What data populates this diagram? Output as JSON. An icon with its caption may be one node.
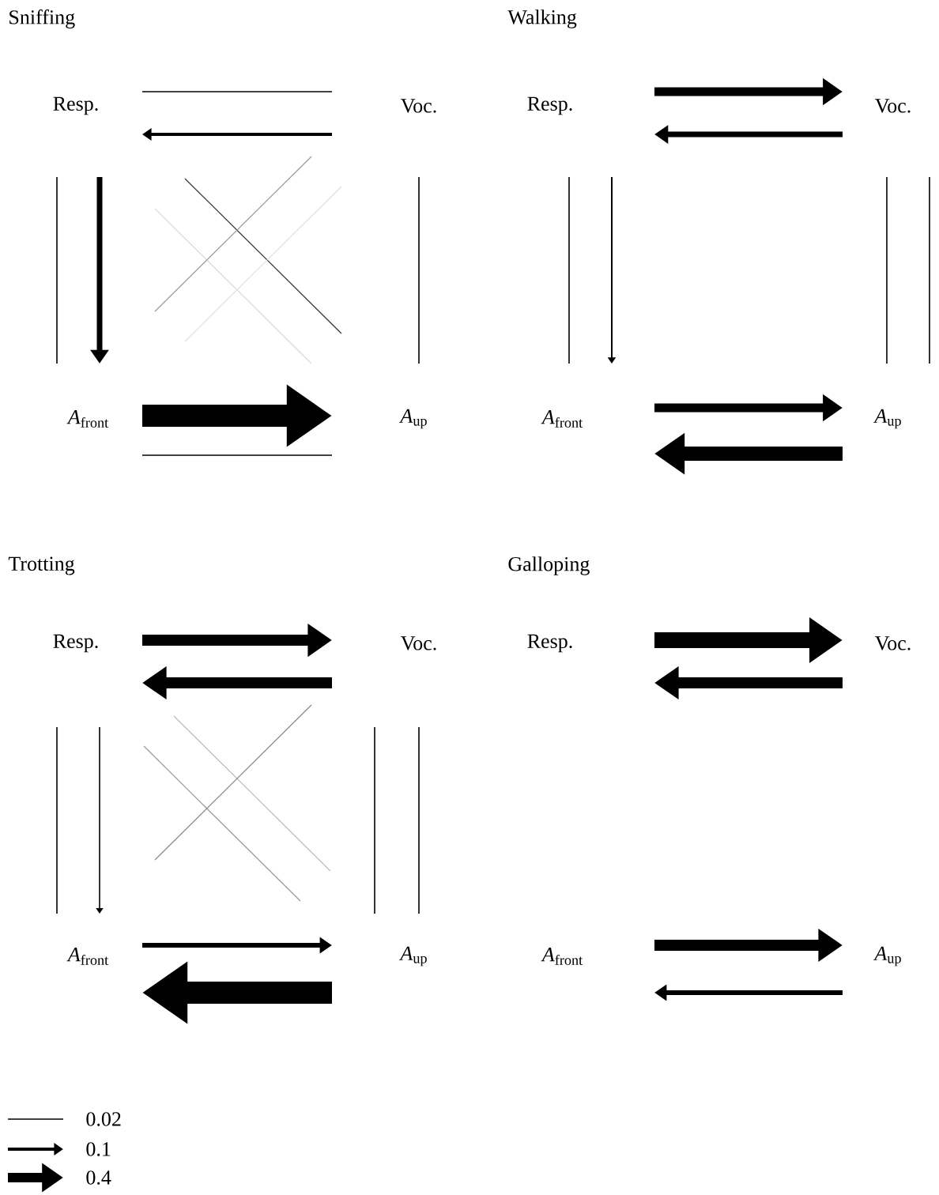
{
  "diagram": {
    "nodes": [
      {
        "text": [
          "Resp."
        ]
      },
      {
        "text": [
          "Voc."
        ]
      },
      {
        "text": [
          "*A*$_{front}$"
        ]
      },
      {
        "text": [
          "*A*$_{up}$"
        ]
      },
      {
        "text": [
          "Resp."
        ]
      },
      {
        "text": [
          "Voc."
        ]
      },
      {
        "text": [
          "*A*$_{front}$"
        ]
      },
      {
        "text": [
          "*A*$_{up}$"
        ]
      },
      {
        "text": [
          "Resp."
        ]
      },
      {
        "text": [
          "Voc."
        ]
      },
      {
        "text": [
          "*A*$_{front}$"
        ]
      },
      {
        "text": [
          "*A*$_{up}$"
        ]
      },
      {
        "text": [
          "Resp."
        ]
      },
      {
        "text": [
          "Voc."
        ]
      },
      {
        "text": [
          "*A*$_{front}$"
        ]
      },
      {
        "text": [
          "*A*$_{up}$"
        ]
      }
    ],
    "edges": [
      {
        "from": 0,
        "to": 1,
        "arrow": "none"
      },
      {
        "from": 1,
        "to": 0,
        "arrow": "to"
      },
      {
        "from": 2,
        "to": 0,
        "arrow": "none"
      },
      {
        "from": 0,
        "to": 2,
        "arrow": "to",
        "style": "thick"
      },
      {
        "from": 1,
        "to": 3,
        "arrow": "none"
      },
      {
        "from": 2,
        "to": 3,
        "arrow": "to",
        "style": "thick"
      },
      {
        "from": 3,
        "to": 2,
        "arrow": "none"
      },
      {
        "from": 0,
        "to": 3,
        "arrow": "none",
        "color": "#333333"
      },
      {
        "from": 0,
        "to": 3,
        "arrow": "none",
        "color": "#d9d9d9"
      },
      {
        "from": 2,
        "to": 1,
        "arrow": "none",
        "color": "#999999"
      },
      {
        "from": 2,
        "to": 1,
        "arrow": "none",
        "color": "#e0e0e0"
      },
      {
        "from": 4,
        "to": 5,
        "arrow": "to",
        "style": "thick"
      },
      {
        "from": 5,
        "to": 4,
        "arrow": "to",
        "style": "thick"
      },
      {
        "from": 6,
        "to": 4,
        "arrow": "none"
      },
      {
        "from": 4,
        "to": 6,
        "arrow": "to"
      },
      {
        "from": 5,
        "to": 7,
        "arrow": "none"
      },
      {
        "from": 7,
        "to": 5,
        "arrow": "none"
      },
      {
        "from": 6,
        "to": 7,
        "arrow": "to",
        "style": "thick"
      },
      {
        "from": 7,
        "to": 6,
        "arrow": "to",
        "style": "thick"
      },
      {
        "from": 8,
        "to": 9,
        "arrow": "to",
        "style": "thick"
      },
      {
        "from": 9,
        "to": 8,
        "arrow": "to",
        "style": "thick"
      },
      {
        "from": 10,
        "to": 8,
        "arrow": "none"
      },
      {
        "from": 8,
        "to": 10,
        "arrow": "to"
      },
      {
        "from": 9,
        "to": 11,
        "arrow": "none"
      },
      {
        "from": 11,
        "to": 9,
        "arrow": "none"
      },
      {
        "from": 10,
        "to": 11,
        "arrow": "to",
        "style": "thick"
      },
      {
        "from": 11,
        "to": 10,
        "arrow": "to",
        "style": "thick"
      },
      {
        "from": 8,
        "to": 11,
        "arrow": "none",
        "color": "#bbbbbb"
      },
      {
        "from": 8,
        "to": 11,
        "arrow": "none",
        "color": "#999999"
      },
      {
        "from": 10,
        "to": 9,
        "arrow": "none",
        "color": "#888888"
      },
      {
        "from": 12,
        "to": 13,
        "arrow": "to",
        "style": "thick"
      },
      {
        "from": 13,
        "to": 12,
        "arrow": "to",
        "style": "thick"
      },
      {
        "from": 14,
        "to": 15,
        "arrow": "to",
        "style": "thick"
      },
      {
        "from": 15,
        "to": 14,
        "arrow": "to",
        "style": "thick"
      }
    ],
    "labels": [
      "Sniffing",
      "Walking",
      "Trotting",
      "Galloping"
    ],
    "legend": [
      {
        "text": "0.02"
      },
      {
        "text": "0.1"
      },
      {
        "text": "0.4"
      }
    ]
  }
}
